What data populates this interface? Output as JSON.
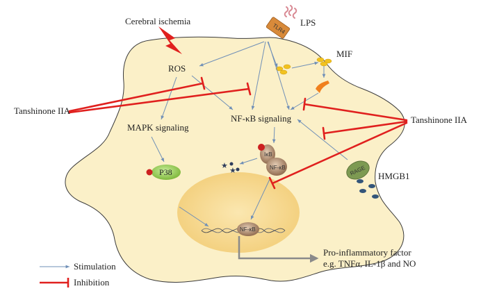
{
  "labels": {
    "cerebral_ischemia": "Cerebral ischemia",
    "lps": "LPS",
    "tlr4": "TLR4",
    "mif": "MIF",
    "ros": "ROS",
    "mapk": "MAPK signaling",
    "nfkb_signaling": "NF-κB signaling",
    "p38": "P38",
    "ikb": "IκB",
    "nfkb_complex": "NF-κB",
    "nfkb_nucleus": "NF-κB",
    "rage": "RAGE",
    "hmgb1": "HMGB1",
    "tanshinone_left": "Tanshinone IIA",
    "tanshinone_right": "Tanshinone IIA",
    "pro_inflammatory": "Pro-inflammatory factor",
    "pro_examples": "e.g. TNFα, IL-1β and NO"
  },
  "legend": {
    "stimulation": "Stimulation",
    "inhibition": "Inhibition"
  },
  "colors": {
    "cell_fill": "#fbf0c8",
    "cell_stroke": "#3a3a3a",
    "nucleus_fill": "#f6d98f",
    "stimulation_arrow": "#6f8fb7",
    "inhibition": "#e0201e",
    "tlr4": "#d88a3a",
    "mif": "#f2c21f",
    "receptor": "#f0801e",
    "p38": "#8cc24a",
    "rage": "#7d9a52",
    "hmgb1": "#33557a",
    "nfkb_complex": "#a9866a",
    "phospho": "#cc2020",
    "output_arrow": "#8a8a8a"
  }
}
